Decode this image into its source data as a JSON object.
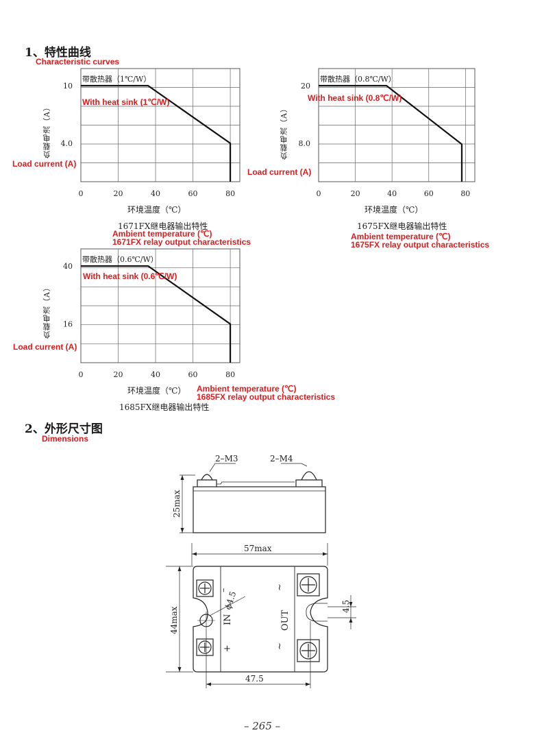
{
  "section1": {
    "title": "1、特性曲线",
    "subtitle": "Characteristic curves"
  },
  "section2": {
    "title": "2、外形尺寸图",
    "subtitle": "Dimensions"
  },
  "chart_data": [
    {
      "type": "line",
      "title": "1671FX继电器输出特性",
      "title_en": "1671FX relay output characteristics",
      "xlabel": "环境温度（℃）",
      "xlabel_en": "Ambient temperature (℃)",
      "ylabel": "负载电流（A）",
      "ylabel_en": "Load current (A)",
      "xlim": [
        0,
        80
      ],
      "ylim": [
        0,
        10
      ],
      "x_ticks": [
        "0",
        "20",
        "40",
        "60",
        "80"
      ],
      "y_ticks": [
        {
          "label": "10",
          "value": 10
        },
        {
          "label": "4.0",
          "value": 4
        }
      ],
      "grid": true,
      "series": [
        {
          "name": "带散热器（1℃/W）",
          "name_en": "With heat sink (1℃/W)",
          "x": [
            0,
            36,
            80,
            80
          ],
          "y": [
            10,
            10,
            4,
            0
          ]
        }
      ]
    },
    {
      "type": "line",
      "title": "1675FX继电器输出特性",
      "title_en": "1675FX relay output characteristics",
      "xlabel": "环境温度（℃）",
      "ylabel": "负载电流（A）",
      "ylabel_en": "Load current (A)",
      "xlim": [
        0,
        80
      ],
      "ylim": [
        0,
        20
      ],
      "x_ticks": [
        "0",
        "20",
        "40",
        "60",
        "80"
      ],
      "y_ticks": [
        {
          "label": "20",
          "value": 20
        },
        {
          "label": "8.0",
          "value": 8
        }
      ],
      "grid": true,
      "series": [
        {
          "name": "带散热器（0.8℃/W）",
          "name_en": "With heat sink (0.8℃/W)",
          "x": [
            0,
            37,
            78,
            78
          ],
          "y": [
            20,
            20,
            7.8,
            0
          ]
        }
      ]
    },
    {
      "type": "line",
      "title": "1685FX继电器输出特性",
      "title_en": "1685FX relay output characteristics",
      "xlabel": "环境温度（℃）",
      "xlabel_en": "Ambient temperature (℃)",
      "ylabel": "负载电流（A）",
      "ylabel_en": "Load current (A)",
      "xlim": [
        0,
        80
      ],
      "ylim": [
        0,
        40
      ],
      "x_ticks": [
        "0",
        "20",
        "40",
        "60",
        "80"
      ],
      "y_ticks": [
        {
          "label": "40",
          "value": 40
        },
        {
          "label": "16",
          "value": 16
        }
      ],
      "grid": true,
      "series": [
        {
          "name": "带散热器（0.6℃/W）",
          "name_en": "With heat sink (0.6℃/W)",
          "x": [
            0,
            36,
            80,
            80
          ],
          "y": [
            40,
            40,
            16,
            0
          ]
        }
      ]
    }
  ],
  "dimensions": {
    "screw_left": "2–M3",
    "screw_right": "2–M4",
    "height": "25max",
    "width": "57max",
    "depth": "44max",
    "hole_spacing": "47.5",
    "hole_dia": "ϕ4.5",
    "slot_width": "4.5",
    "in_label": "IN",
    "out_label": "OUT",
    "minus": "–",
    "plus": "+",
    "tilde": "~"
  },
  "page_number": "– 265 –"
}
